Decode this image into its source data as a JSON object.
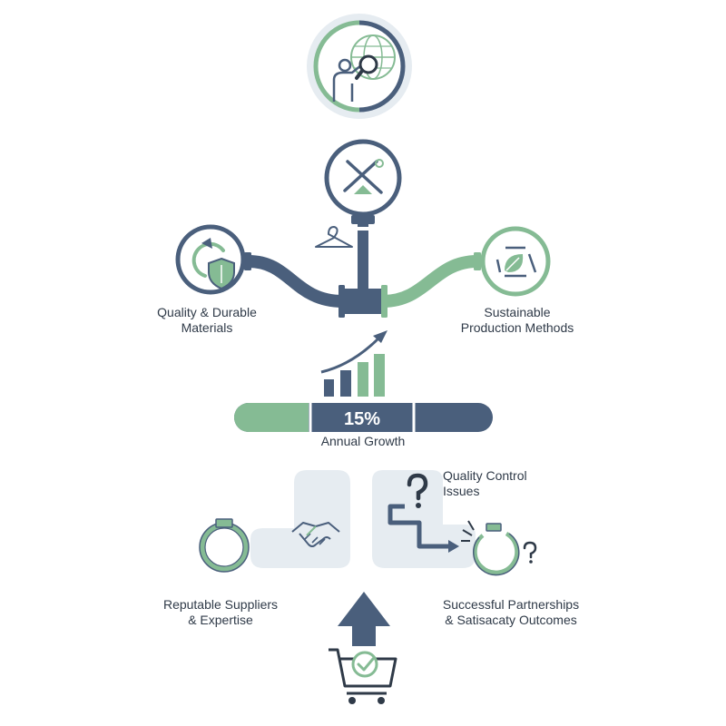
{
  "colors": {
    "navy": "#4a5f7c",
    "green": "#85bb94",
    "light_green": "#d3e7d8",
    "panel": "#e6ecf1",
    "text": "#2f3a48"
  },
  "labels": {
    "quality_materials": [
      "Quality & Durable",
      "Materials"
    ],
    "sustainable_methods": [
      "Sustainable",
      "Production Methods"
    ],
    "annual_growth": "Annual Growth",
    "quality_issues": [
      "Quality Control",
      "Issues"
    ],
    "reputable_suppliers": [
      "Reputable Suppliers",
      "& Expertise"
    ],
    "successful_partnerships": [
      "Successful Partnerships",
      "& Satisacaty Outcomes"
    ]
  },
  "growth": {
    "value_label": "15%",
    "value_percent": 15
  },
  "icons": [
    "magnifier-globe-person-icon",
    "crossed-tools-icon",
    "hanger-icon",
    "recycle-shield-icon",
    "recycle-leaf-icon",
    "growth-chart-icon",
    "handshake-icon",
    "question-mark-icon",
    "broken-ring-icon",
    "ring-icon",
    "up-arrow-icon",
    "shopping-cart-check-icon"
  ]
}
